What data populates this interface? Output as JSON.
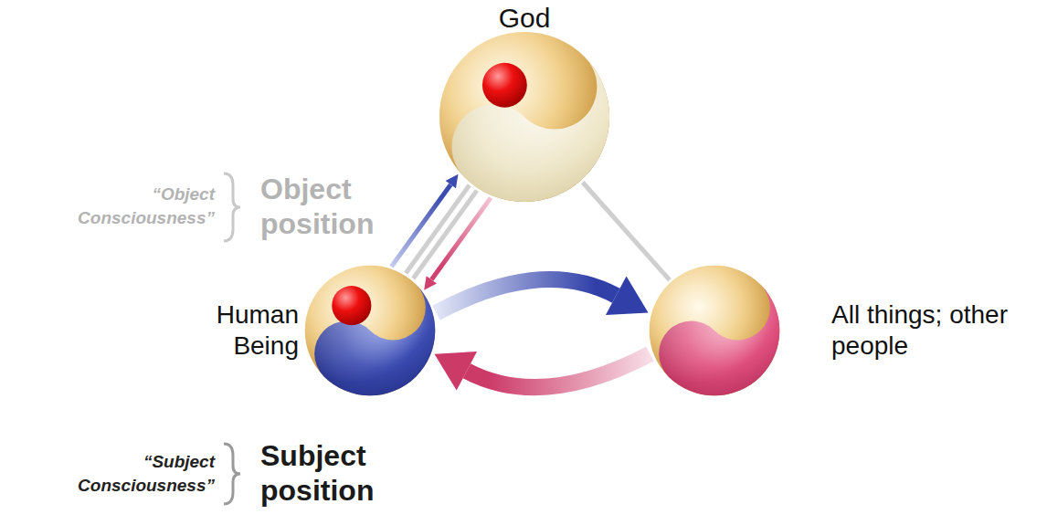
{
  "diagram": {
    "nodes": [
      {
        "text": [
          "God"
        ]
      },
      {
        "text": [
          "Human Being"
        ]
      },
      {
        "text": [
          "All things; other people"
        ]
      }
    ],
    "edges": [
      {
        "from": 1,
        "to": 0,
        "arrow": "to"
      },
      {
        "from": 0,
        "to": 1,
        "arrow": "to"
      },
      {
        "from": 0,
        "to": 1,
        "arrow": "none"
      },
      {
        "from": 0,
        "to": 2,
        "arrow": "none"
      },
      {
        "from": 1,
        "to": 2,
        "arrow": "to"
      },
      {
        "from": 2,
        "to": 1,
        "arrow": "to"
      }
    ],
    "labels": [
      "“Object Consciousness”",
      "Object position",
      "“Subject Consciousness”",
      "Subject position"
    ]
  }
}
